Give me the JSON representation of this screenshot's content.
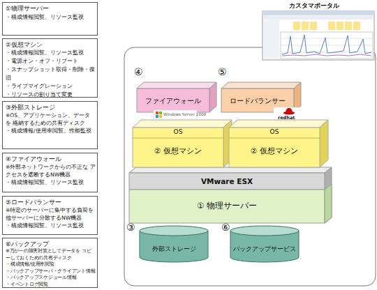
{
  "diagram": {
    "nodes": [
      {
        "text": [
          "①物理サーバー",
          "・構成情報閲覧、リソース監視"
        ]
      },
      {
        "text": [
          "②仮想マシン",
          "・構成情報閲覧、リソース監視",
          "・電源オン・オフ・リブート",
          "・スナップショット取得・削除・復旧",
          "・ライブマイグレーション",
          "・リソースの割り当て変更"
        ]
      },
      {
        "text": [
          "③外部ストレージ",
          "※OS、アプリケーション、データを 格納するための共有ディスク",
          "・構成情報/使用率閲覧、性能監視"
        ]
      },
      {
        "text": [
          "④ファイアウォール",
          "※外部ネットワークからの不正な アクセスを遮断するNW機器",
          "・構成情報閲覧、リソース監視"
        ]
      },
      {
        "text": [
          "⑤ロードバランサー",
          "※特定のサーバーに集中する負荷を 他サーバーに分散するNW機器",
          "・構成情報閲覧、リソース監視"
        ]
      },
      {
        "text": [
          "⑥バックアップ",
          "※万が一の障害対策としてデータを コピーしておくための共有ディスク",
          "・構成情報/使用率閲覧",
          "・バックアップサーバ・クライアント情報",
          "・バックアップスケジュール情報",
          "・イベントログ閲覧"
        ]
      },
      {
        "text": [
          "カスタマポータル"
        ]
      },
      {
        "text": [
          "ファイアウォール"
        ]
      },
      {
        "text": [
          "ロードバランサー"
        ]
      },
      {
        "text": [
          "Windows Server 2008",
          "OS",
          "② 仮想マシン"
        ]
      },
      {
        "text": [
          "redhat",
          "OS",
          "② 仮想マシン"
        ]
      },
      {
        "text": [
          "VMware ESX"
        ]
      },
      {
        "text": [
          "① 物理サーバー"
        ]
      },
      {
        "text": [
          "外部ストレージ"
        ]
      },
      {
        "text": [
          "バックアップサービス"
        ]
      }
    ],
    "labels": [
      "④",
      "⑤",
      "③",
      "⑥"
    ]
  }
}
